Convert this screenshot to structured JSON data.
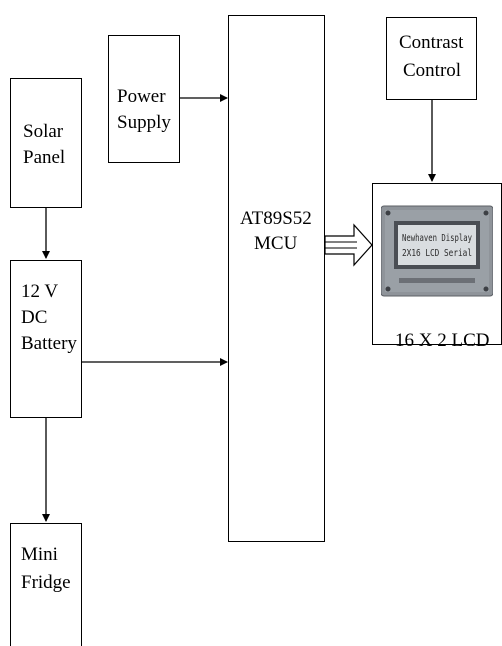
{
  "blocks": {
    "solar_panel": {
      "line1": "Solar",
      "line2": "Panel"
    },
    "power_supply": {
      "line1": "Power",
      "line2": "Supply"
    },
    "mcu": {
      "line1": "AT89S52",
      "line2": "MCU"
    },
    "contrast_control": {
      "line1": "Contrast",
      "line2": "Control"
    },
    "battery": {
      "line1": "12 V",
      "line2": "DC",
      "line3": "Battery"
    },
    "mini_fridge": {
      "line1": "Mini",
      "line2": "Fridge"
    },
    "lcd": {
      "caption": "16 X 2 LCD",
      "screen_line1": "Newhaven Display",
      "screen_line2": "2X16 LCD Serial"
    }
  },
  "colors": {
    "line": "#000000",
    "lcd_bezel": "#8f949a",
    "lcd_screen": "#d9dde0"
  }
}
